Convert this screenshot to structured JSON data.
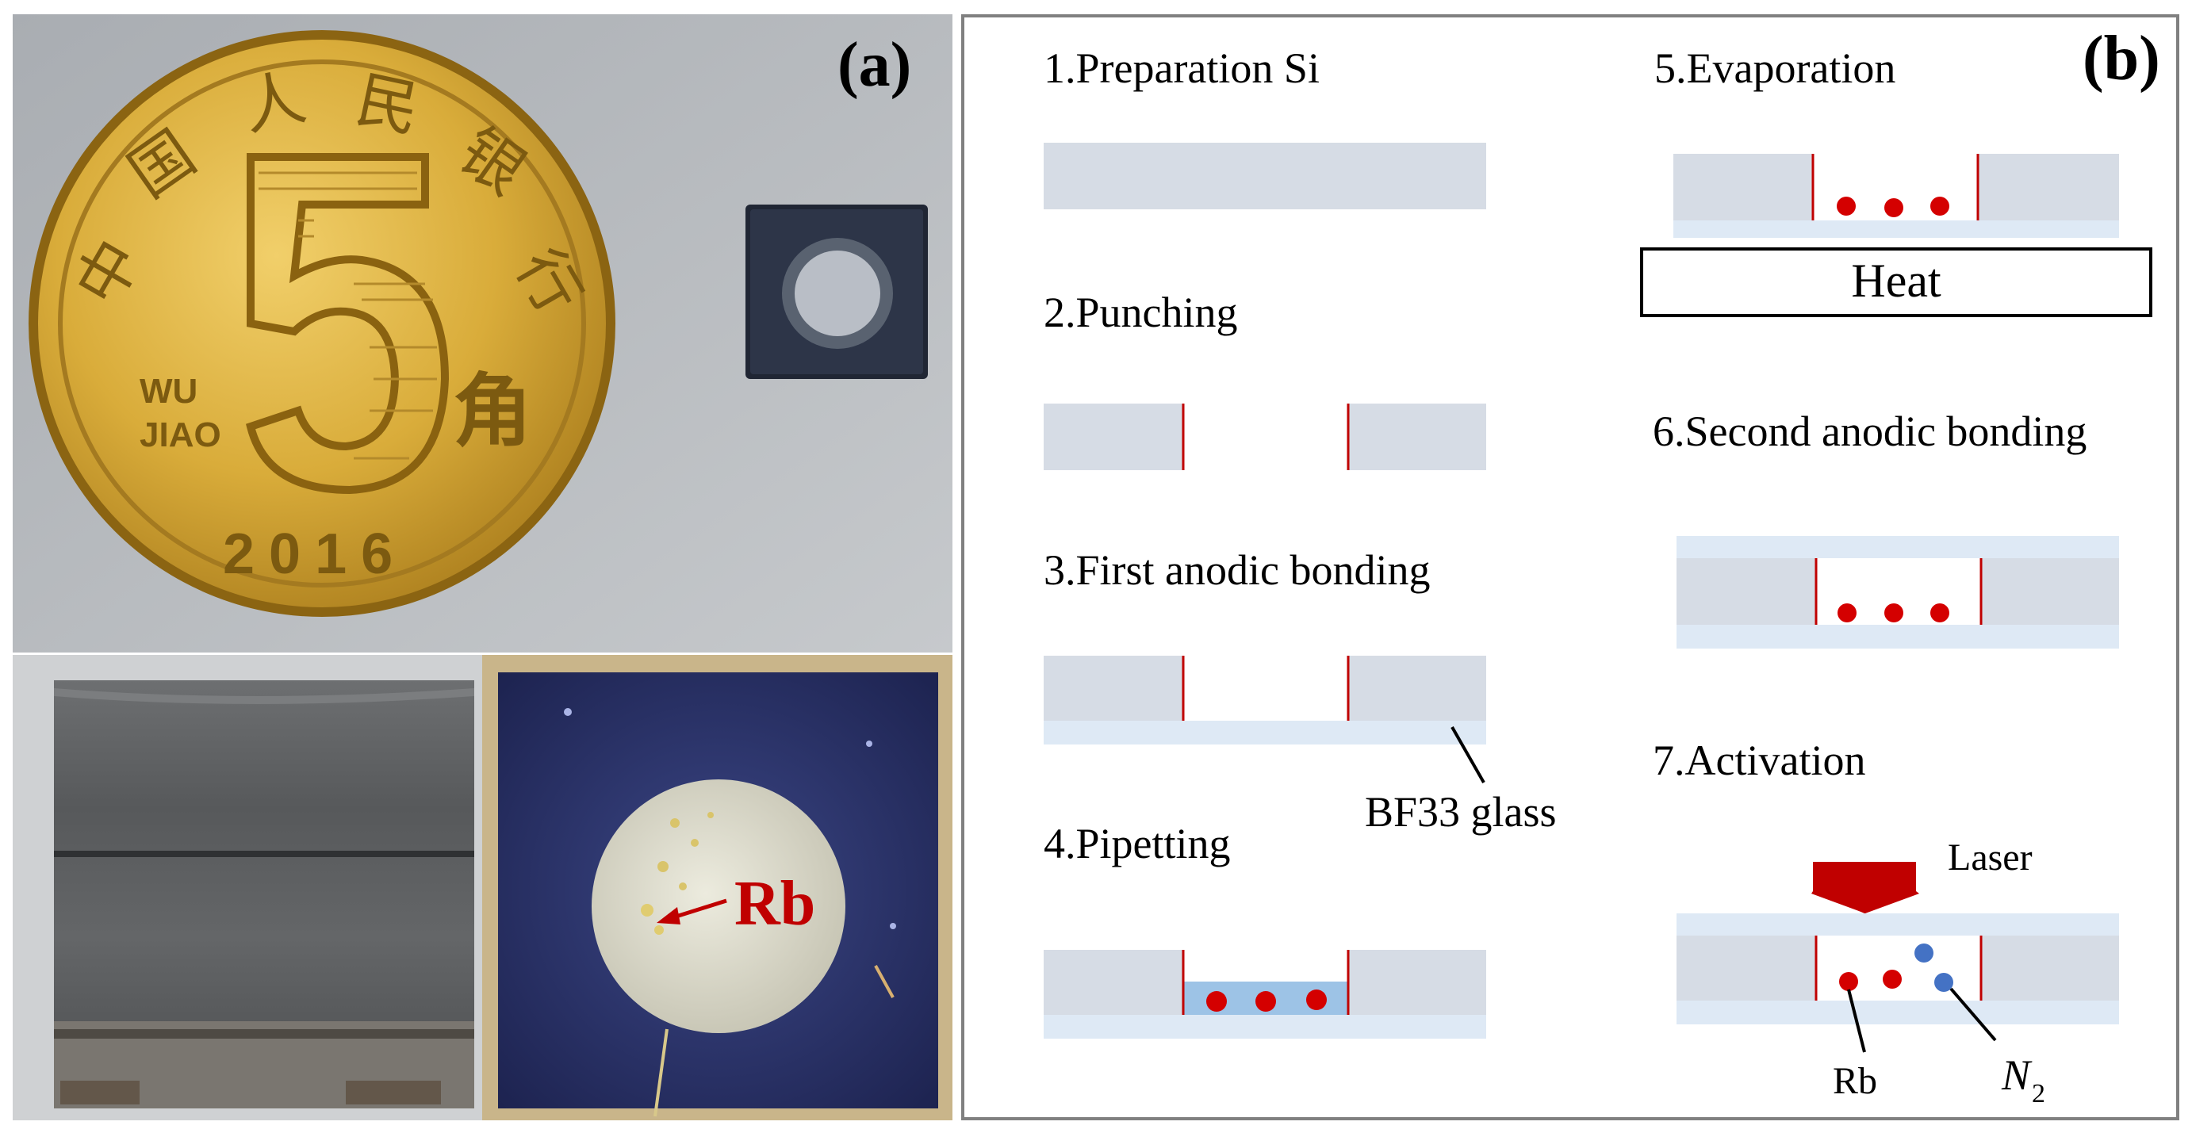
{
  "panel_a": {
    "label": "(a)",
    "coin": {
      "year": "2016",
      "value": "5",
      "line1": "WU",
      "line2": "JIAO",
      "unit_char": "角",
      "rim_chars": [
        "中",
        "国",
        "人",
        "民",
        "银",
        "行"
      ]
    },
    "rb_label": "Rb"
  },
  "panel_b": {
    "label": "(b)",
    "steps": [
      {
        "title": "1.Preparation Si"
      },
      {
        "title": "2.Punching"
      },
      {
        "title": "3.First anodic bonding"
      },
      {
        "title": "4.Pipetting"
      },
      {
        "title": "5.Evaporation"
      },
      {
        "title": "6.Second anodic bonding"
      },
      {
        "title": "7.Activation"
      }
    ],
    "glass_label": "BF33 glass",
    "heat_label": "Heat",
    "laser_label": "Laser",
    "rb_label": "Rb",
    "n2_label": "N",
    "n2_sub": "2"
  },
  "colors": {
    "silicon": "#d6dce5",
    "glass": "#dee9f5",
    "liquid": "#9dc3e6",
    "rb": "#d40000",
    "n2": "#4472c4",
    "wall": "#c00000",
    "laser": "#c00000",
    "frame": "#808080"
  }
}
